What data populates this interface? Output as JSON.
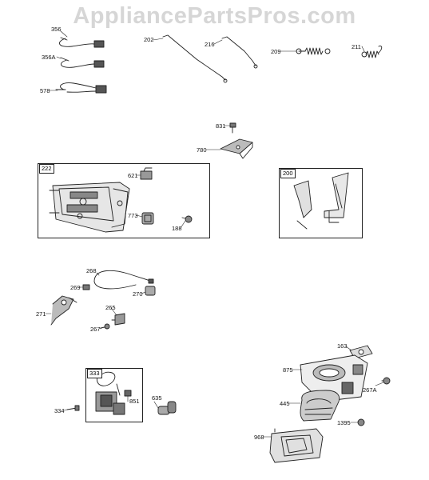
{
  "watermark": "AppliancePartsPros.com",
  "parts": {
    "p356": "356",
    "p356A": "356A",
    "p578": "578",
    "p202": "202",
    "p216": "216",
    "p209": "209",
    "p211": "211",
    "p831": "831",
    "p780": "780",
    "p621": "621",
    "p773": "773",
    "p188": "188",
    "p268": "268",
    "p269": "269",
    "p270": "270",
    "p271": "271",
    "p265": "265",
    "p267": "267",
    "p163": "163",
    "p875": "875",
    "p267A": "267A",
    "p445": "445",
    "p1395": "1395",
    "p968": "968",
    "p334": "334",
    "p851": "851",
    "p635": "635"
  },
  "groups": {
    "g222": "222",
    "g200": "200",
    "g333": "333"
  },
  "colors": {
    "line": "#222222",
    "shade": "#9a9a9a",
    "watermark": "#d6d6d6"
  }
}
